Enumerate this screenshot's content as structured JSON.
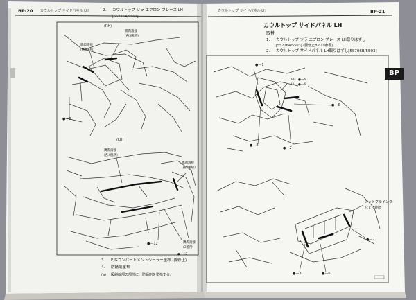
{
  "left_page": {
    "page_number": "BP-20",
    "header_title": "カウルトップ サイドパネル LH",
    "steps": [
      {
        "number": "2.",
        "text": "カウルトップ ソラ エプロン ブレース LH"
      },
      {
        "number": "",
        "text": "[5S716A/5503]"
      },
      {
        "number": "3.",
        "text": "E/Gコンパートメントシーラー塗布 (要修正)"
      },
      {
        "number": "4.",
        "text": "防錆剤塗布"
      },
      {
        "number": "(a)",
        "text": "図斜線部の部位に、防錆剤を塗布する。"
      }
    ],
    "figure_labels": [
      {
        "key": "rh",
        "text": "(RH)"
      },
      {
        "key": "lh",
        "text": "(LH)"
      },
      {
        "key": "c1a",
        "text": "隅肉溶接"
      },
      {
        "key": "c1b",
        "text": "(各5箇所)"
      },
      {
        "key": "c2a",
        "text": "隅肉溶接"
      },
      {
        "key": "c2b",
        "text": "(各5箇所)"
      },
      {
        "key": "c3a",
        "text": "隅肉溶接"
      },
      {
        "key": "c3b",
        "text": "(各4箇所)"
      },
      {
        "key": "c4a",
        "text": "隅肉溶接"
      },
      {
        "key": "c4b",
        "text": "(各2箇所)"
      },
      {
        "key": "c5a",
        "text": "隅肉溶接"
      },
      {
        "key": "c5b",
        "text": "(3箇所)"
      },
      {
        "key": "n8",
        "text": "●—8"
      },
      {
        "key": "n12",
        "text": "●—12"
      },
      {
        "key": "n12b",
        "text": "●—12"
      }
    ]
  },
  "right_page": {
    "page_number": "BP-21",
    "header_title": "カウルトップ サイドパネル LH",
    "section_title": "カウルトップ サイドパネル LH",
    "section_sub": "取替",
    "tab_label": "BP",
    "steps": [
      {
        "number": "1.",
        "text": "カウルトップ ソラ エプロン ブレース LH取りはずし"
      },
      {
        "number": "",
        "text": "[5S716A/5503] (要修正BP-19参照)"
      },
      {
        "number": "2.",
        "text": "カウルトップ サイドパネル LH取りはずし[5S706B/5503]"
      }
    ],
    "figure_labels": [
      {
        "key": "n1",
        "text": "●—1"
      },
      {
        "key": "rh",
        "text": "RH"
      },
      {
        "key": "lh",
        "text": "LH"
      },
      {
        "key": "n6a",
        "text": "●—6"
      },
      {
        "key": "n6b",
        "text": "●—6"
      },
      {
        "key": "n6c",
        "text": "●—6"
      },
      {
        "key": "n8",
        "text": "●—8"
      },
      {
        "key": "n2",
        "text": "●—2"
      },
      {
        "key": "n3",
        "text": "●—3"
      },
      {
        "key": "n6d",
        "text": "●—6"
      },
      {
        "key": "note_a",
        "text": "カットグラインダ"
      },
      {
        "key": "note_b",
        "text": "などで削る"
      }
    ]
  }
}
